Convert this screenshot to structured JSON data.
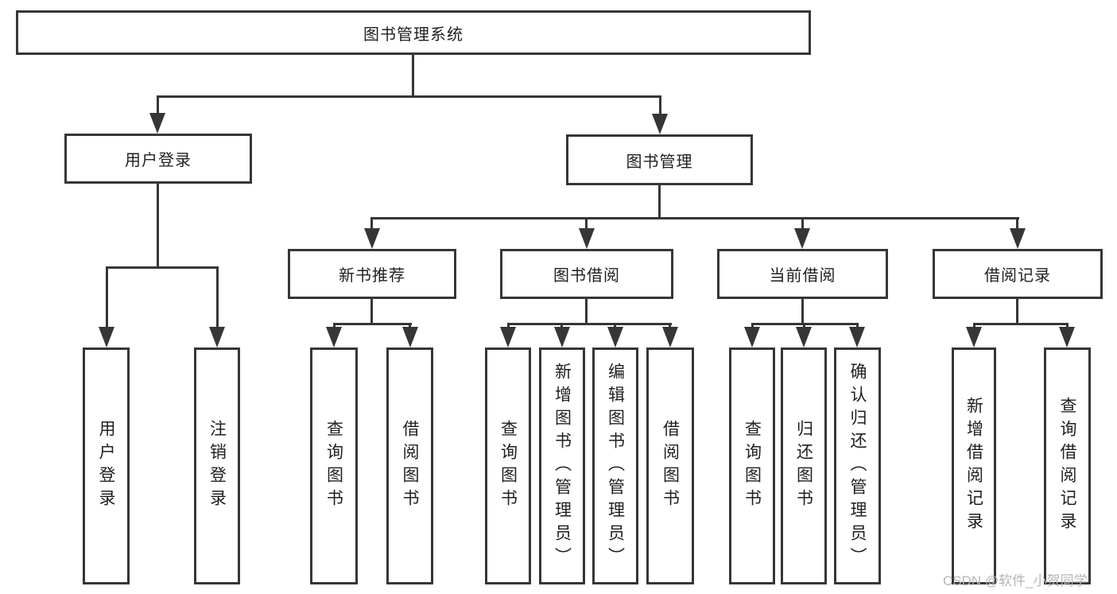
{
  "diagram": {
    "title": "图书管理系统",
    "level2": [
      "用户登录",
      "图书管理"
    ],
    "level3": [
      "新书推荐",
      "图书借阅",
      "当前借阅",
      "借阅记录"
    ],
    "leaves": {
      "user_login": [
        "用户登录",
        "注销登录"
      ],
      "new_books": [
        "查询图书",
        "借阅图书"
      ],
      "book_borrow": [
        "查询图书",
        "新增图书（管理员）",
        "编辑图书（管理员）",
        "借阅图书"
      ],
      "current_borrow": [
        "查询图书",
        "归还图书",
        "确认归还（管理员）"
      ],
      "borrow_records": [
        "新增借阅记录",
        "查询借阅记录"
      ]
    },
    "hierarchy_note": "用户登录→[用户登录,注销登录]; 图书管理→[新书推荐,图书借阅,当前借阅,借阅记录]",
    "colors": {
      "line": "#363636",
      "text": "#1f1f1f",
      "background": "#ffffff",
      "watermark": "#b5b5b5"
    }
  },
  "watermark": "CSDN @软件_小贺同学"
}
